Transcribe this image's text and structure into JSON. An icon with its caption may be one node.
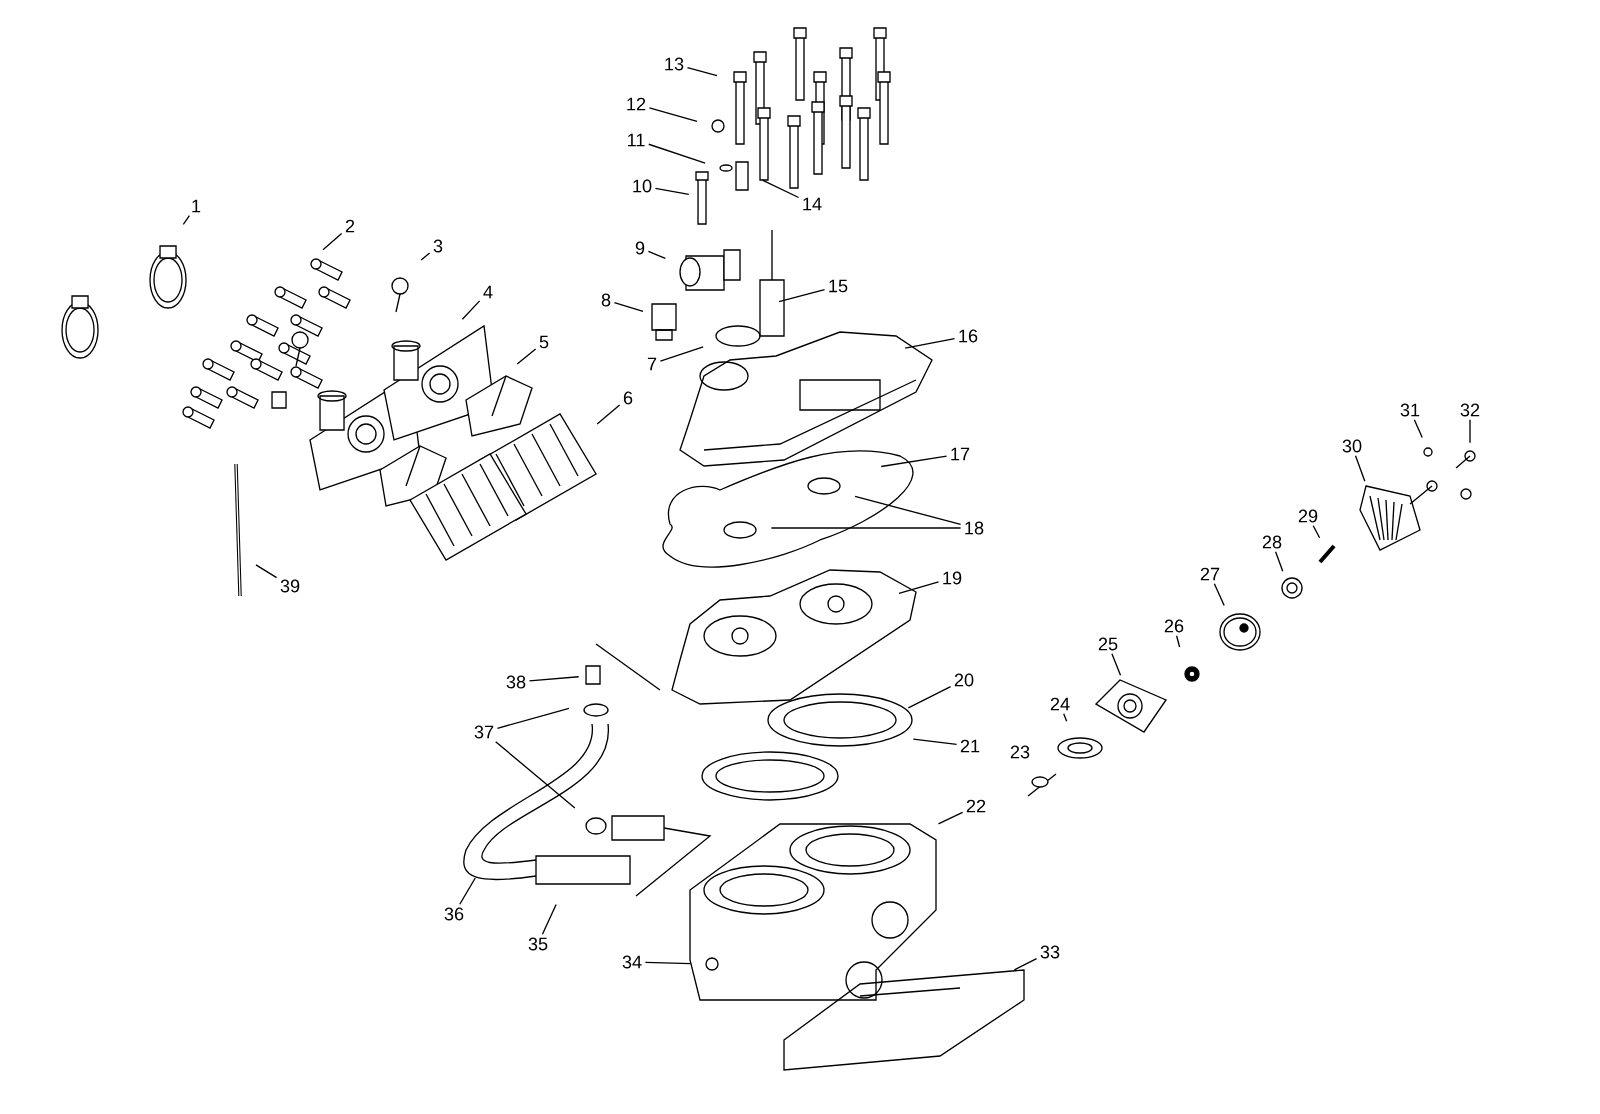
{
  "diagram": {
    "nodes": [
      {
        "text": [
          "1"
        ]
      },
      {
        "text": [
          "2"
        ]
      },
      {
        "text": [
          "3"
        ]
      },
      {
        "text": [
          "4"
        ]
      },
      {
        "text": [
          "5"
        ]
      },
      {
        "text": [
          "6"
        ]
      },
      {
        "text": [
          "7"
        ]
      },
      {
        "text": [
          "8"
        ]
      },
      {
        "text": [
          "9"
        ]
      },
      {
        "text": [
          "10"
        ]
      },
      {
        "text": [
          "11"
        ]
      },
      {
        "text": [
          "12"
        ]
      },
      {
        "text": [
          "13"
        ]
      },
      {
        "text": [
          "14"
        ]
      },
      {
        "text": [
          "15"
        ]
      },
      {
        "text": [
          "16"
        ]
      },
      {
        "text": [
          "17"
        ]
      },
      {
        "text": [
          "18"
        ]
      },
      {
        "text": [
          "19"
        ]
      },
      {
        "text": [
          "20"
        ]
      },
      {
        "text": [
          "21"
        ]
      },
      {
        "text": [
          "22"
        ]
      },
      {
        "text": [
          "23"
        ]
      },
      {
        "text": [
          "24"
        ]
      },
      {
        "text": [
          "25"
        ]
      },
      {
        "text": [
          "26"
        ]
      },
      {
        "text": [
          "27"
        ]
      },
      {
        "text": [
          "28"
        ]
      },
      {
        "text": [
          "29"
        ]
      },
      {
        "text": [
          "30"
        ]
      },
      {
        "text": [
          "31"
        ]
      },
      {
        "text": [
          "32"
        ]
      },
      {
        "text": [
          "33"
        ]
      },
      {
        "text": [
          "34"
        ]
      },
      {
        "text": [
          "35"
        ]
      },
      {
        "text": [
          "36"
        ]
      },
      {
        "text": [
          "37"
        ]
      },
      {
        "text": [
          "38"
        ]
      },
      {
        "text": [
          "39"
        ]
      }
    ],
    "edges": [
      {
        "from": 0,
        "to": null,
        "arrow": "none"
      },
      {
        "from": 1,
        "to": null,
        "arrow": "none"
      },
      {
        "from": 2,
        "to": null,
        "arrow": "none"
      },
      {
        "from": 3,
        "to": null,
        "arrow": "none"
      },
      {
        "from": 4,
        "to": null,
        "arrow": "none"
      },
      {
        "from": 5,
        "to": null,
        "arrow": "none"
      },
      {
        "from": 6,
        "to": null,
        "arrow": "none"
      },
      {
        "from": 7,
        "to": null,
        "arrow": "none"
      },
      {
        "from": 8,
        "to": null,
        "arrow": "none"
      },
      {
        "from": 9,
        "to": null,
        "arrow": "none"
      },
      {
        "from": 10,
        "to": null,
        "arrow": "none"
      },
      {
        "from": 11,
        "to": null,
        "arrow": "none"
      },
      {
        "from": 12,
        "to": null,
        "arrow": "none"
      },
      {
        "from": 13,
        "to": null,
        "arrow": "none"
      },
      {
        "from": 14,
        "to": null,
        "arrow": "none"
      },
      {
        "from": 15,
        "to": null,
        "arrow": "none"
      },
      {
        "from": 16,
        "to": null,
        "arrow": "none"
      },
      {
        "from": 17,
        "to": null,
        "arrow": "none"
      },
      {
        "from": 17,
        "to": null,
        "arrow": "none"
      },
      {
        "from": 18,
        "to": null,
        "arrow": "none"
      },
      {
        "from": 19,
        "to": null,
        "arrow": "none"
      },
      {
        "from": 20,
        "to": null,
        "arrow": "none"
      },
      {
        "from": 21,
        "to": null,
        "arrow": "none"
      },
      {
        "from": 22,
        "to": null,
        "arrow": "none"
      },
      {
        "from": 23,
        "to": null,
        "arrow": "none"
      },
      {
        "from": 24,
        "to": null,
        "arrow": "none"
      },
      {
        "from": 25,
        "to": null,
        "arrow": "none"
      },
      {
        "from": 26,
        "to": null,
        "arrow": "none"
      },
      {
        "from": 27,
        "to": null,
        "arrow": "none"
      },
      {
        "from": 28,
        "to": null,
        "arrow": "none"
      },
      {
        "from": 29,
        "to": null,
        "arrow": "none"
      },
      {
        "from": 30,
        "to": null,
        "arrow": "none"
      },
      {
        "from": 31,
        "to": null,
        "arrow": "none"
      },
      {
        "from": 32,
        "to": null,
        "arrow": "none"
      },
      {
        "from": 33,
        "to": null,
        "arrow": "none"
      },
      {
        "from": 34,
        "to": null,
        "arrow": "none"
      },
      {
        "from": 35,
        "to": null,
        "arrow": "none"
      },
      {
        "from": 36,
        "to": null,
        "arrow": "none"
      },
      {
        "from": 36,
        "to": null,
        "arrow": "none"
      },
      {
        "from": 37,
        "to": null,
        "arrow": "none"
      },
      {
        "from": 38,
        "to": null,
        "arrow": "none"
      }
    ]
  }
}
